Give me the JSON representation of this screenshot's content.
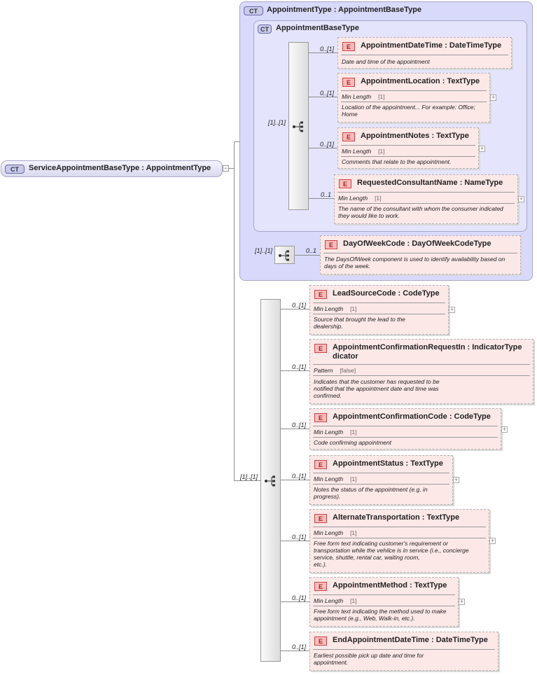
{
  "root": {
    "badge": "CT",
    "label": "ServiceAppointmentBaseType : AppointmentType"
  },
  "outer_ct": {
    "badge": "CT",
    "label": "AppointmentType : AppointmentBaseType"
  },
  "inner_ct": {
    "badge": "CT",
    "label": "AppointmentBaseType"
  },
  "occurrences": {
    "inner_seq": "[1]..[1]",
    "outer_seq": "[1]..[1]",
    "main_seq": "[1]..[1]"
  },
  "elements": [
    {
      "badge": "E",
      "name": "AppointmentDateTime : DateTimeType",
      "occ": "0..[1]",
      "facet": "",
      "facet_value": "",
      "doc": "Date and time of the appointment"
    },
    {
      "badge": "E",
      "name": "AppointmentLocation : TextType",
      "occ": "0..[1]",
      "facet": "Min Length",
      "facet_value": "[1]",
      "doc": "Location of the appointment... For example: Office;\nHome"
    },
    {
      "badge": "E",
      "name": "AppointmentNotes : TextType",
      "occ": "0..[1]",
      "facet": "Min Length",
      "facet_value": "[1]",
      "doc": "Comments that relate to the appointment."
    },
    {
      "badge": "E",
      "name": "RequestedConsultantName : NameType",
      "occ": "0..1",
      "facet": "Min Length",
      "facet_value": "[1]",
      "doc": "The name of the consultant with whom the consumer indicated\nthey would like to work."
    },
    {
      "badge": "E",
      "name": "DayOfWeekCode : DayOfWeekCodeType",
      "occ": "0..1",
      "facet": "",
      "facet_value": "",
      "doc": "The DaysOfWeek component is used to identify availability based on\ndays of the week."
    },
    {
      "badge": "E",
      "name": "LeadSourceCode : CodeType",
      "occ": "0..[1]",
      "facet": "Min Length",
      "facet_value": "[1]",
      "doc": "Source that brought the lead to the\ndealership."
    },
    {
      "badge": "E",
      "name": "AppointmentConfirmationRequestIn : IndicatorType dicator",
      "occ": "0..[1]",
      "facet": "Pattern",
      "facet_value": "[false]",
      "doc": "Indicates that the customer has requested to be\n    notified that the appointment date and time was\nconfirmed."
    },
    {
      "badge": "E",
      "name": "AppointmentConfirmationCode : CodeType",
      "occ": "0..[1]",
      "facet": "Min Length",
      "facet_value": "[1]",
      "doc": "Code confirming appointment"
    },
    {
      "badge": "E",
      "name": "AppointmentStatus : TextType",
      "occ": "0..[1]",
      "facet": "Min Length",
      "facet_value": "[1]",
      "doc": "Notes the status of the appointment (e.g, in\nprogress)."
    },
    {
      "badge": "E",
      "name": "AlternateTransportation : TextType",
      "occ": "0..[1]",
      "facet": "Min Length",
      "facet_value": "[1]",
      "doc": "Free form text indicating customer's requirement or\n    transportation while the vehilce is in service (i.e., concierge\n    service, shuttle, rental car, waiting room,\netc.)."
    },
    {
      "badge": "E",
      "name": "AppointmentMethod : TextType",
      "occ": "0..[1]",
      "facet": "Min Length",
      "facet_value": "[1]",
      "doc": "Free form text indicating the method used to make\nappointment (e.g., Web, Walk-in, etc.)."
    },
    {
      "badge": "E",
      "name": "EndAppointmentDateTime : DateTimeType",
      "occ": "0..[1]",
      "facet": "",
      "facet_value": "",
      "doc": "Earliest possible pick up date and time for\nappointment."
    }
  ]
}
